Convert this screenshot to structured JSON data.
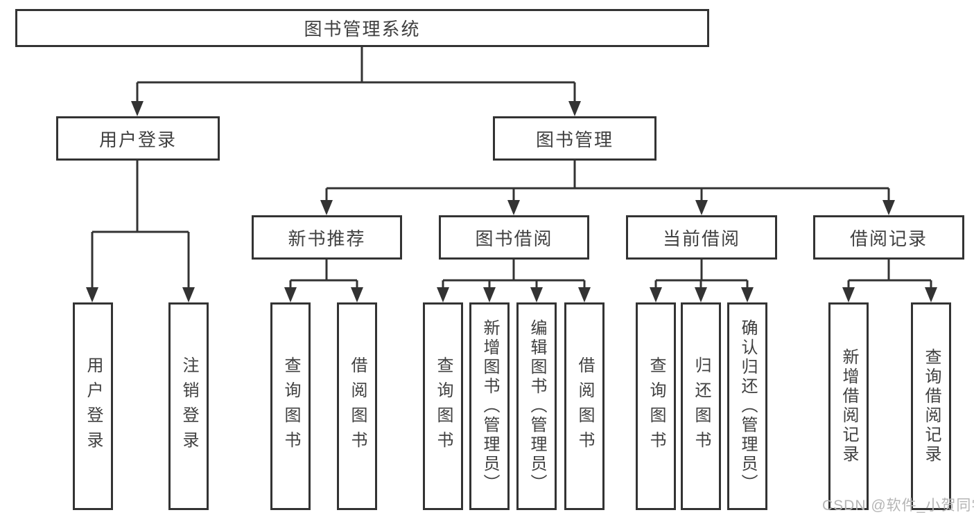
{
  "diagram": {
    "type": "tree",
    "title": "图书管理系统",
    "colors": {
      "line": "#333333",
      "box_border": "#333333",
      "text": "#404040",
      "background": "#ffffff",
      "watermark": "#b5b5b5"
    },
    "root": {
      "label": "图书管理系统"
    },
    "level2": [
      {
        "label": "用户登录",
        "children": [
          {
            "label": "用户登录"
          },
          {
            "label": "注销登录"
          }
        ]
      },
      {
        "label": "图书管理",
        "children": [
          {
            "label": "新书推荐",
            "children": [
              {
                "label": "查询图书"
              },
              {
                "label": "借阅图书"
              }
            ]
          },
          {
            "label": "图书借阅",
            "children": [
              {
                "label": "查询图书"
              },
              {
                "label": "新增图书（管理员）"
              },
              {
                "label": "编辑图书（管理员）"
              },
              {
                "label": "借阅图书"
              }
            ]
          },
          {
            "label": "当前借阅",
            "children": [
              {
                "label": "查询图书"
              },
              {
                "label": "归还图书"
              },
              {
                "label": "确认归还（管理员）"
              }
            ]
          },
          {
            "label": "借阅记录",
            "children": [
              {
                "label": "新增借阅记录"
              },
              {
                "label": "查询借阅记录"
              }
            ]
          }
        ]
      }
    ],
    "watermark": "CSDN @软件_小贺同学"
  }
}
